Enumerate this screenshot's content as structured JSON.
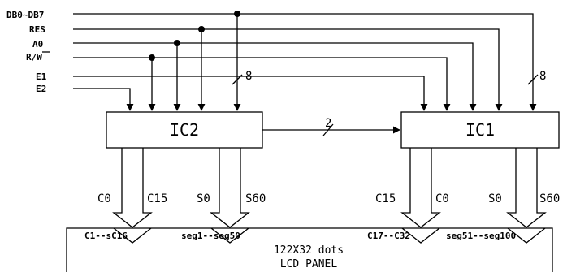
{
  "signals": {
    "db": "DB0~DB7",
    "res": "RES",
    "a0": "A0",
    "rw_prefix": "R/",
    "rw_bar": "W",
    "e1": "E1",
    "e2": "E2"
  },
  "chips": {
    "ic2": "IC2",
    "ic1": "IC1"
  },
  "bus_widths": {
    "data_ic2": "8",
    "data_ic1": "8",
    "link": "2"
  },
  "bus_ends": {
    "ic2_left_a": "C0",
    "ic2_left_b": "C15",
    "ic2_right_a": "S0",
    "ic2_right_b": "S60",
    "ic1_left_a": "C15",
    "ic1_left_b": "C0",
    "ic1_right_a": "S0",
    "ic1_right_b": "S60"
  },
  "panel_pins": {
    "p1": "C1--sC16",
    "p2": "seg1--seg50",
    "p3": "C17--C32",
    "p4": "seg51--seg100"
  },
  "panel": {
    "line1": "122X32 dots",
    "line2": "LCD PANEL"
  }
}
